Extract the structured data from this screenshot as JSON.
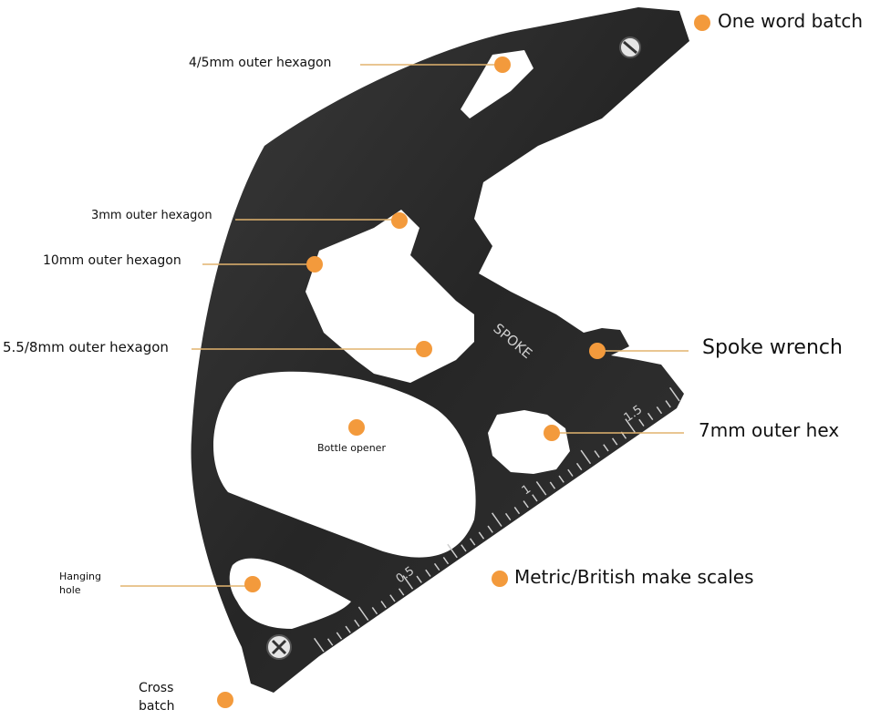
{
  "colors": {
    "dot": "#f39a3c",
    "leader": "#e2b46f",
    "tool": "#2a2a2a",
    "engraving": "#cfcfcf"
  },
  "tool_engraving": {
    "brand": "SPOKE",
    "scale": [
      "0.5",
      "1",
      "1.5"
    ]
  },
  "callouts": {
    "one_word_batch": "One word batch",
    "hex_4_5": "4/5mm outer hexagon",
    "hex_3": "3mm outer hexagon",
    "hex_10": "10mm outer hexagon",
    "hex_5_5_8": "5.5/8mm outer hexagon",
    "spoke_wrench": "Spoke wrench",
    "bottle_opener": "Bottle opener",
    "hex_7": "7mm outer hex",
    "scales": "Metric/British make scales",
    "hanging_hole_1": "Hanging",
    "hanging_hole_2": "hole",
    "cross_batch_1": "Cross",
    "cross_batch_2": "batch"
  }
}
